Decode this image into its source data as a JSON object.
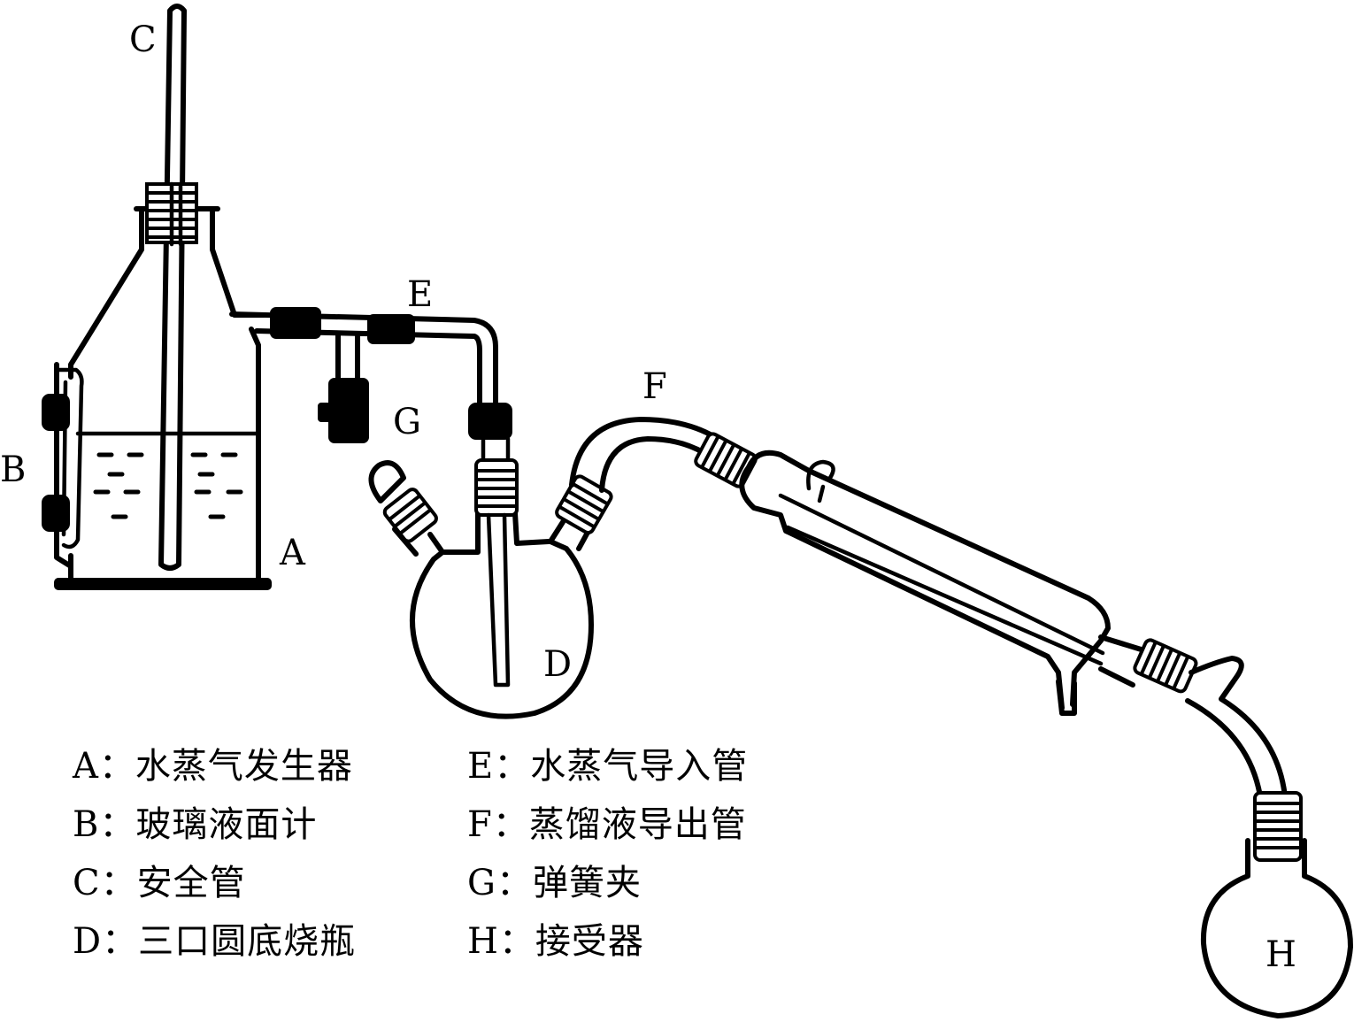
{
  "labels": {
    "A": "A",
    "B": "B",
    "C": "C",
    "D": "D",
    "E": "E",
    "F": "F",
    "G": "G",
    "H": "H"
  },
  "legend": [
    {
      "key": "A：",
      "text": "水蒸气发生器"
    },
    {
      "key": "B：",
      "text": "玻璃液面计"
    },
    {
      "key": "C：",
      "text": "安全管"
    },
    {
      "key": "D：",
      "text": "三口圆底烧瓶"
    },
    {
      "key": "E：",
      "text": "水蒸气导入管"
    },
    {
      "key": "F：",
      "text": "蒸馏液导出管"
    },
    {
      "key": "G：",
      "text": "弹簧夹"
    },
    {
      "key": "H：",
      "text": "接受器"
    }
  ]
}
